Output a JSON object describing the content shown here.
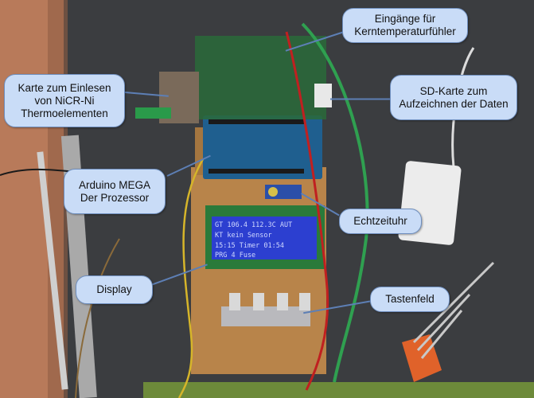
{
  "callouts": {
    "inputs": "Eingänge für Kerntemperaturfühler",
    "card_reader": "Karte zum Einlesen von NiCR-Ni Thermoelementen",
    "sd_card": "SD-Karte zum Aufzeichnen der Daten",
    "arduino": "Arduino MEGA Der Prozessor",
    "rtc": "Echtzeituhr",
    "display": "Display",
    "keypad": "Tastenfeld"
  },
  "lcd": {
    "line1": "GT 106.4 112.3C  AUT",
    "line2": "KT kein Sensor     ",
    "line3": "15:15   Timer   01:54",
    "line4": "PRG 4     Fuse     "
  },
  "colors": {
    "callout_fill": "#c9dcf7",
    "callout_border": "#6f8fbf",
    "board_wood": "#b8844a",
    "arduino_blue": "#1f5f8f",
    "lcd_blue": "#2c3fd0",
    "pcb_green": "#2a9a4a"
  }
}
